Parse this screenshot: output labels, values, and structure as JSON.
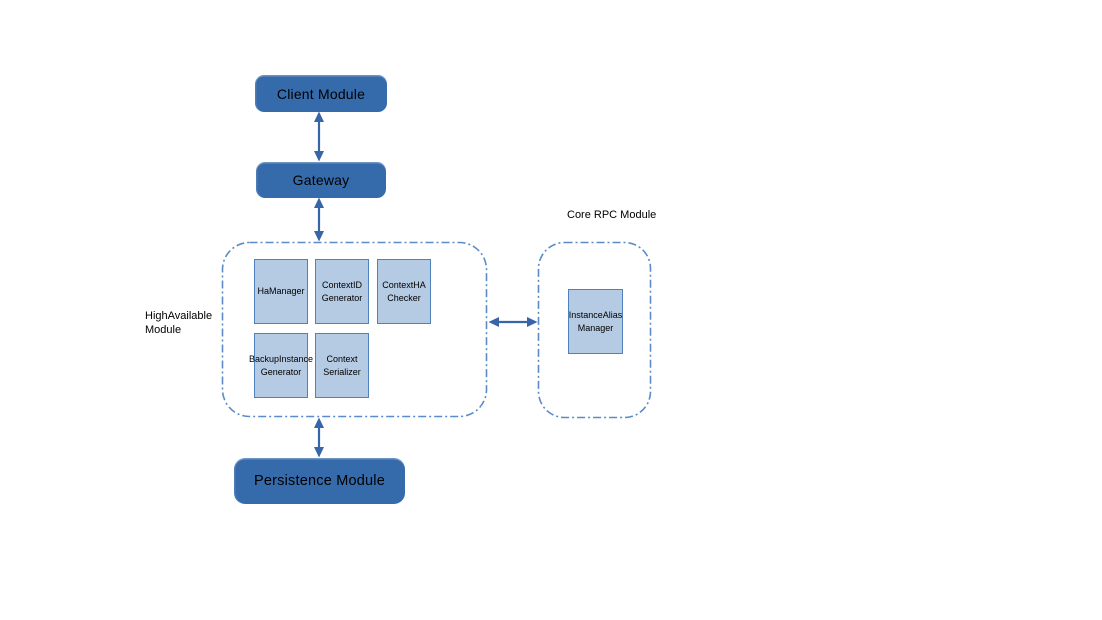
{
  "theme": {
    "dark_node_fill": "#366bab",
    "light_node_fill": "#b5cae3",
    "light_node_border": "#4f81bd",
    "container_border": "#5b8bc9",
    "arrow_color": "#3765a8"
  },
  "nodes": {
    "client_module": {
      "label": "Client Module"
    },
    "gateway": {
      "label": "Gateway"
    },
    "persistence_module": {
      "label": "Persistence Module"
    },
    "ha_manager": {
      "label": "HaManager"
    },
    "contextid_generator": {
      "label": "ContextID\nGenerator"
    },
    "contextha_checker": {
      "label": "ContextHA\nChecker"
    },
    "backupinstance_generator": {
      "label": "BackupInstance\nGenerator"
    },
    "context_serializer": {
      "label": "Context\nSerializer"
    },
    "instancealias_manager": {
      "label": "InstanceAlias\nManager"
    }
  },
  "containers": {
    "high_available_module": {
      "label": "HighAvailable\nModule"
    },
    "core_rpc_module": {
      "label": "Core RPC Module"
    }
  },
  "connections": [
    {
      "from": "Client Module",
      "to": "Gateway",
      "style": "bidirectional-arrow"
    },
    {
      "from": "Gateway",
      "to": "HighAvailable Module",
      "style": "bidirectional-arrow"
    },
    {
      "from": "HighAvailable Module",
      "to": "Core RPC Module",
      "style": "bidirectional-arrow"
    },
    {
      "from": "HighAvailable Module",
      "to": "Persistence Module",
      "style": "bidirectional-arrow"
    }
  ]
}
